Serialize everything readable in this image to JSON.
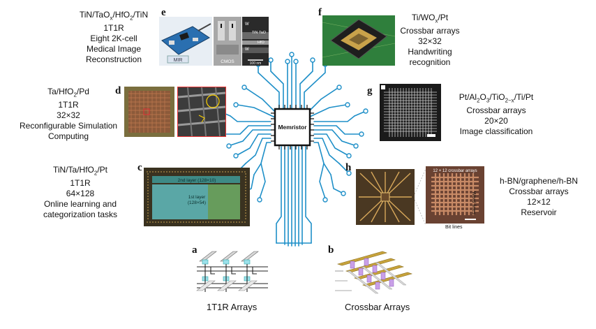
{
  "center": {
    "chip_label": "Memristor"
  },
  "panels": {
    "e": {
      "letter": "e",
      "caption": [
        "TiN/TaO",
        "1T1R",
        "Eight 2K-cell",
        "Medical Image",
        "Reconstruction"
      ],
      "stack_parts": [
        "TiN/TaO",
        "x",
        "/HfO",
        "2",
        "/TiN"
      ],
      "img_labels": {
        "mir": "MIR",
        "cmos": "CMOS",
        "w1": "W",
        "w2": "W",
        "tin": "TiN",
        "tao": "TaO",
        "hfo": "HfO",
        "scale": "100 nm"
      }
    },
    "f": {
      "letter": "f",
      "stack_parts": [
        "Ti/WO",
        "x",
        "/Pt"
      ],
      "caption": [
        "Crossbar arrays",
        "32×32",
        "Handwriting",
        "recognition"
      ]
    },
    "d": {
      "letter": "d",
      "stack_parts": [
        "Ta/HfO",
        "2",
        "/Pd"
      ],
      "caption": [
        "1T1R",
        "32×32",
        "Reconfigurable Simulation",
        "Computing"
      ]
    },
    "g": {
      "letter": "g",
      "stack_parts": [
        "Pt/Al",
        "2",
        "O",
        "3",
        "/TiO",
        "2−x",
        "/Ti/Pt"
      ],
      "caption": [
        "Crossbar arrays",
        "20×20",
        "Image classification"
      ]
    },
    "c": {
      "letter": "c",
      "stack_parts": [
        "TiN/Ta/HfO",
        "2",
        "/Pt"
      ],
      "caption": [
        "1T1R",
        "64×128",
        "Online learning and",
        "categorization tasks"
      ],
      "img_labels": {
        "layer2": "2nd layer (128×10)",
        "layer1": "1st layer",
        "layer1_size": "(128×54)"
      }
    },
    "h": {
      "letter": "h",
      "caption": [
        "h-BN/graphene/h-BN",
        "Crossbar arrays",
        "12×12",
        "Reservoir"
      ],
      "img_labels": {
        "title": "12 × 12 crossbar arrays",
        "word": "Word lines",
        "bit": "Bit lines"
      }
    },
    "a": {
      "letter": "a",
      "title": "1T1R Arrays"
    },
    "b": {
      "letter": "b",
      "title": "Crossbar Arrays"
    }
  },
  "colors": {
    "tree": "#1e8fc8",
    "chip": "#111111",
    "copper": "#c08a3a",
    "teal": "#4ea8a8",
    "green_pcb": "#2e8b3f"
  }
}
